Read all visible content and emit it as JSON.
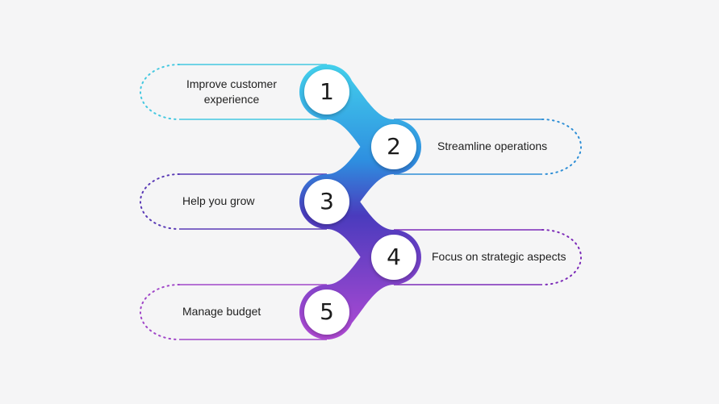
{
  "steps": [
    {
      "number": "1",
      "label": "Improve customer experience",
      "color": "#3fc6dc"
    },
    {
      "number": "2",
      "label": "Streamline operations",
      "color": "#2f8fd6"
    },
    {
      "number": "3",
      "label": "Help you grow",
      "color": "#5a3ab6"
    },
    {
      "number": "4",
      "label": "Focus on strategic aspects",
      "color": "#7c2bb8"
    },
    {
      "number": "5",
      "label": "Manage budget",
      "color": "#a046c8"
    }
  ],
  "colors": {
    "background": "#f5f5f6",
    "gradient_top": "#43d0ec",
    "gradient_mid": "#3c6fd0",
    "gradient_bottom": "#b04ad4"
  }
}
